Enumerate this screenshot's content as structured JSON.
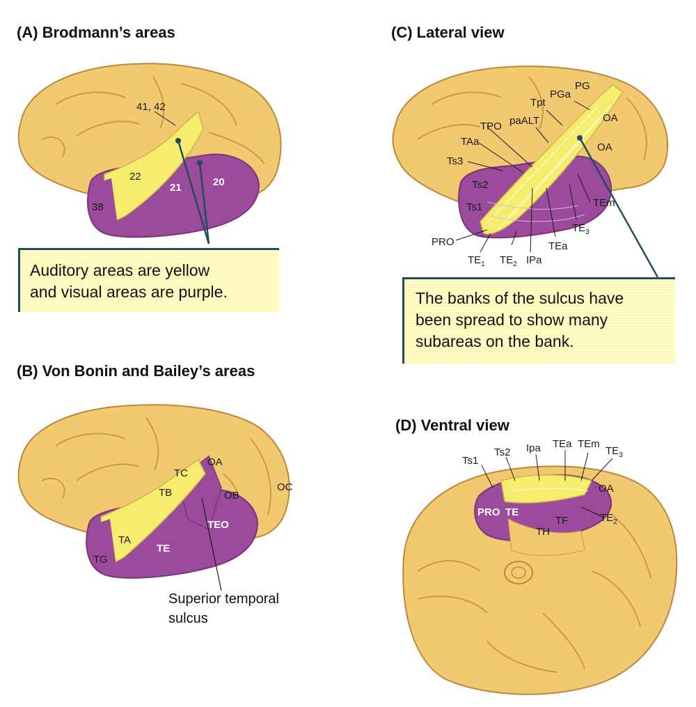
{
  "panels": {
    "a": {
      "title": "(A)  Brodmann’s areas",
      "labels": {
        "a41_42": "41, 42",
        "a22": "22",
        "a21": "21",
        "a20": "20",
        "a38": "38"
      },
      "callout_line1": "Auditory areas are yellow",
      "callout_line2": "and visual areas are purple."
    },
    "b": {
      "title": "(B)  Von Bonin and Bailey’s areas",
      "labels": {
        "tc": "TC",
        "oa": "OA",
        "oc": "OC",
        "tb": "TB",
        "ob": "OB",
        "teo": "TEO",
        "ta": "TA",
        "tg": "TG",
        "te": "TE"
      },
      "sulcus_line1": "Superior temporal",
      "sulcus_line2": "sulcus"
    },
    "c": {
      "title": "(C)  Lateral view",
      "labels": {
        "pg": "PG",
        "pga": "PGa",
        "tpt": "Tpt",
        "paalt": "paALT",
        "tpo": "TPO",
        "taa": "TAa",
        "oa1": "OA",
        "oa2": "OA",
        "ts3": "Ts3",
        "ts2": "Ts2",
        "ts1": "Ts1",
        "pro": "PRO",
        "te1": "TE",
        "te1_sub": "1",
        "te2": "TE",
        "te2_sub": "2",
        "ipa": "IPa",
        "tea": "TEa",
        "te3": "TE",
        "te3_sub": "3",
        "tem": "TEm"
      },
      "callout_line1": "The banks of the sulcus have",
      "callout_line2": "been spread to show many",
      "callout_line3": "subareas on the bank."
    },
    "d": {
      "title": "(D)  Ventral view",
      "labels": {
        "ts1": "Ts1",
        "ts2": "Ts2",
        "ipa": "Ipa",
        "tea": "TEa",
        "tem": "TEm",
        "te3": "TE",
        "te3_sub": "3",
        "oa": "OA",
        "pro": "PRO",
        "te": "TE",
        "tf": "TF",
        "th": "TH",
        "te2": "TE",
        "te2_sub": "2"
      }
    }
  },
  "colors": {
    "cortex": "#f2c870",
    "cortex_edge": "#b8893a",
    "visual": "#9c4a9c",
    "auditory": "#f6ec6e",
    "callout": "#fffbc8",
    "pointer": "#1f4e5a"
  }
}
